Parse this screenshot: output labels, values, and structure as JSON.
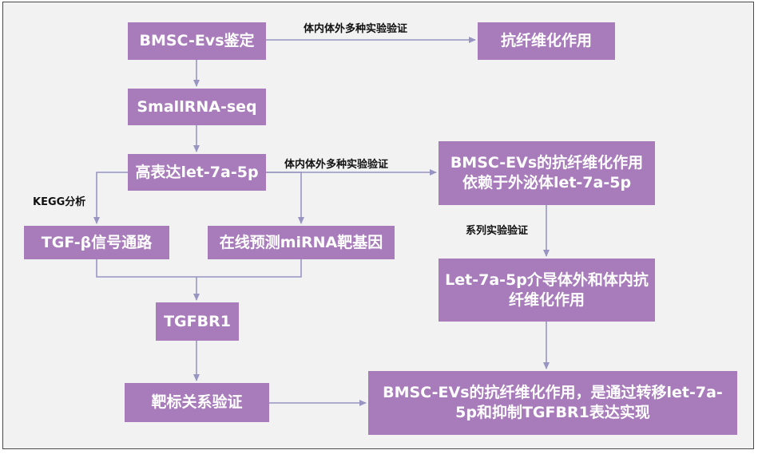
{
  "nodes": {
    "identification": "BMSC-Evs鉴定",
    "antifibrosis": "抗纤维化作用",
    "smallrna": "SmallRNA-seq",
    "high_expr": "高表达let-7a-5p",
    "dependency": "BMSC-EVs的抗纤维化作用依赖于外泌体let-7a-5p",
    "tgfb_pathway": "TGF-β信号通路",
    "target_prediction": "在线预测miRNA靶基因",
    "let7_mediates": "Let-7a-5p介导体外和体内抗纤维化作用",
    "tgfbr1": "TGFBR1",
    "target_validation": "靶标关系验证",
    "conclusion": "BMSC-EVs的抗纤维化作用，是通过转移let-7a-5p和抑制TGFBR1表达实现"
  },
  "edge_labels": {
    "validation_top": "体内体外多种实验验证",
    "validation_mid": "体内体外多种实验验证",
    "kegg": "KEGG分析",
    "series": "系列实验验证"
  },
  "colors": {
    "node_fill": "#a87cbb",
    "connector": "#9895c2",
    "background": "#f2f2f2"
  }
}
